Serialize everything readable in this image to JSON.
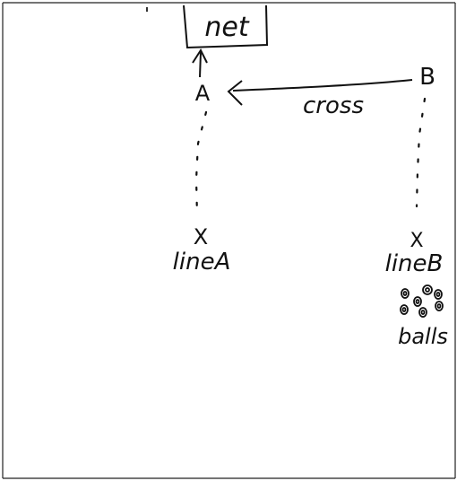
{
  "diagram": {
    "labels": {
      "net": "net",
      "point_a": "A",
      "point_b": "B",
      "arrow_label": "cross",
      "marker_a": "X",
      "line_a": "lineA",
      "marker_b": "X",
      "line_b": "lineB",
      "balls": "balls"
    },
    "colors": {
      "ink": "#111111",
      "paper": "#ffffff"
    }
  }
}
